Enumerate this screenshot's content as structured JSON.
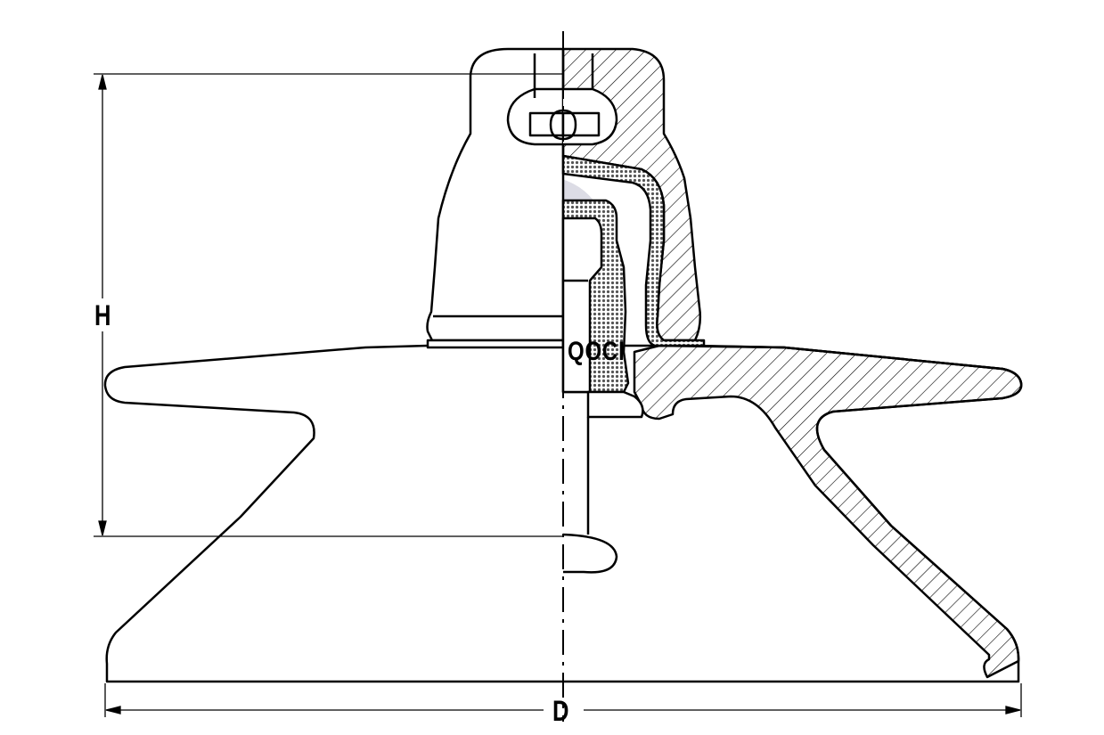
{
  "dimensions": {
    "height_label": "H",
    "diameter_label": "D"
  },
  "marking": {
    "text": "QOCI"
  },
  "watermark": {
    "kind": "circular seal"
  },
  "colors": {
    "line": "#000000",
    "background": "#ffffff",
    "watermark": "#c9c9d6",
    "cement_fill": "#9a9a9a"
  }
}
